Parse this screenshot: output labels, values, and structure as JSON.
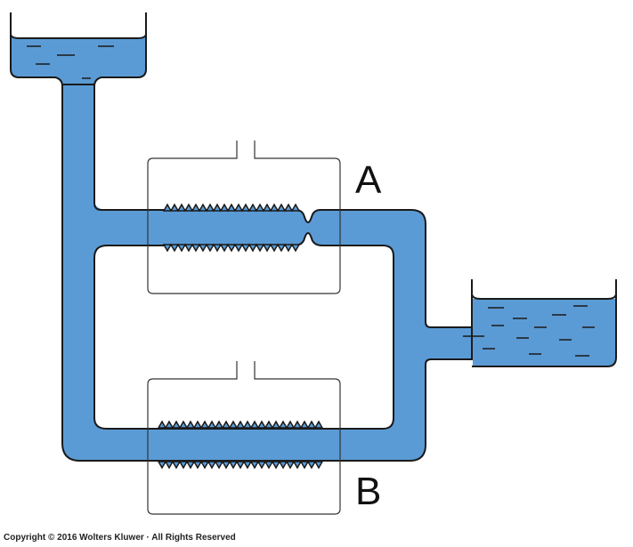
{
  "labels": {
    "a": "A",
    "b": "B"
  },
  "copyright": "Copyright © 2016 Wolters Kluwer · All Rights Reserved",
  "colors": {
    "fluid": "#5b9bd5",
    "outline": "#1a1a1a",
    "chamber": "#333333",
    "background": "#ffffff"
  }
}
